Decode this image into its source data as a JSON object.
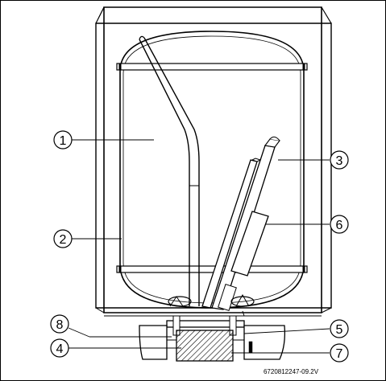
{
  "diagram": {
    "callouts": [
      {
        "id": "1",
        "label": "1"
      },
      {
        "id": "2",
        "label": "2"
      },
      {
        "id": "3",
        "label": "3"
      },
      {
        "id": "4",
        "label": "4"
      },
      {
        "id": "5",
        "label": "5"
      },
      {
        "id": "6",
        "label": "6"
      },
      {
        "id": "7",
        "label": "7"
      },
      {
        "id": "8",
        "label": "8"
      }
    ],
    "reference_code": "6720812247-09.2V"
  },
  "colors": {
    "line": "#000000",
    "background": "#ffffff",
    "fill_light": "#f2f2f2"
  }
}
